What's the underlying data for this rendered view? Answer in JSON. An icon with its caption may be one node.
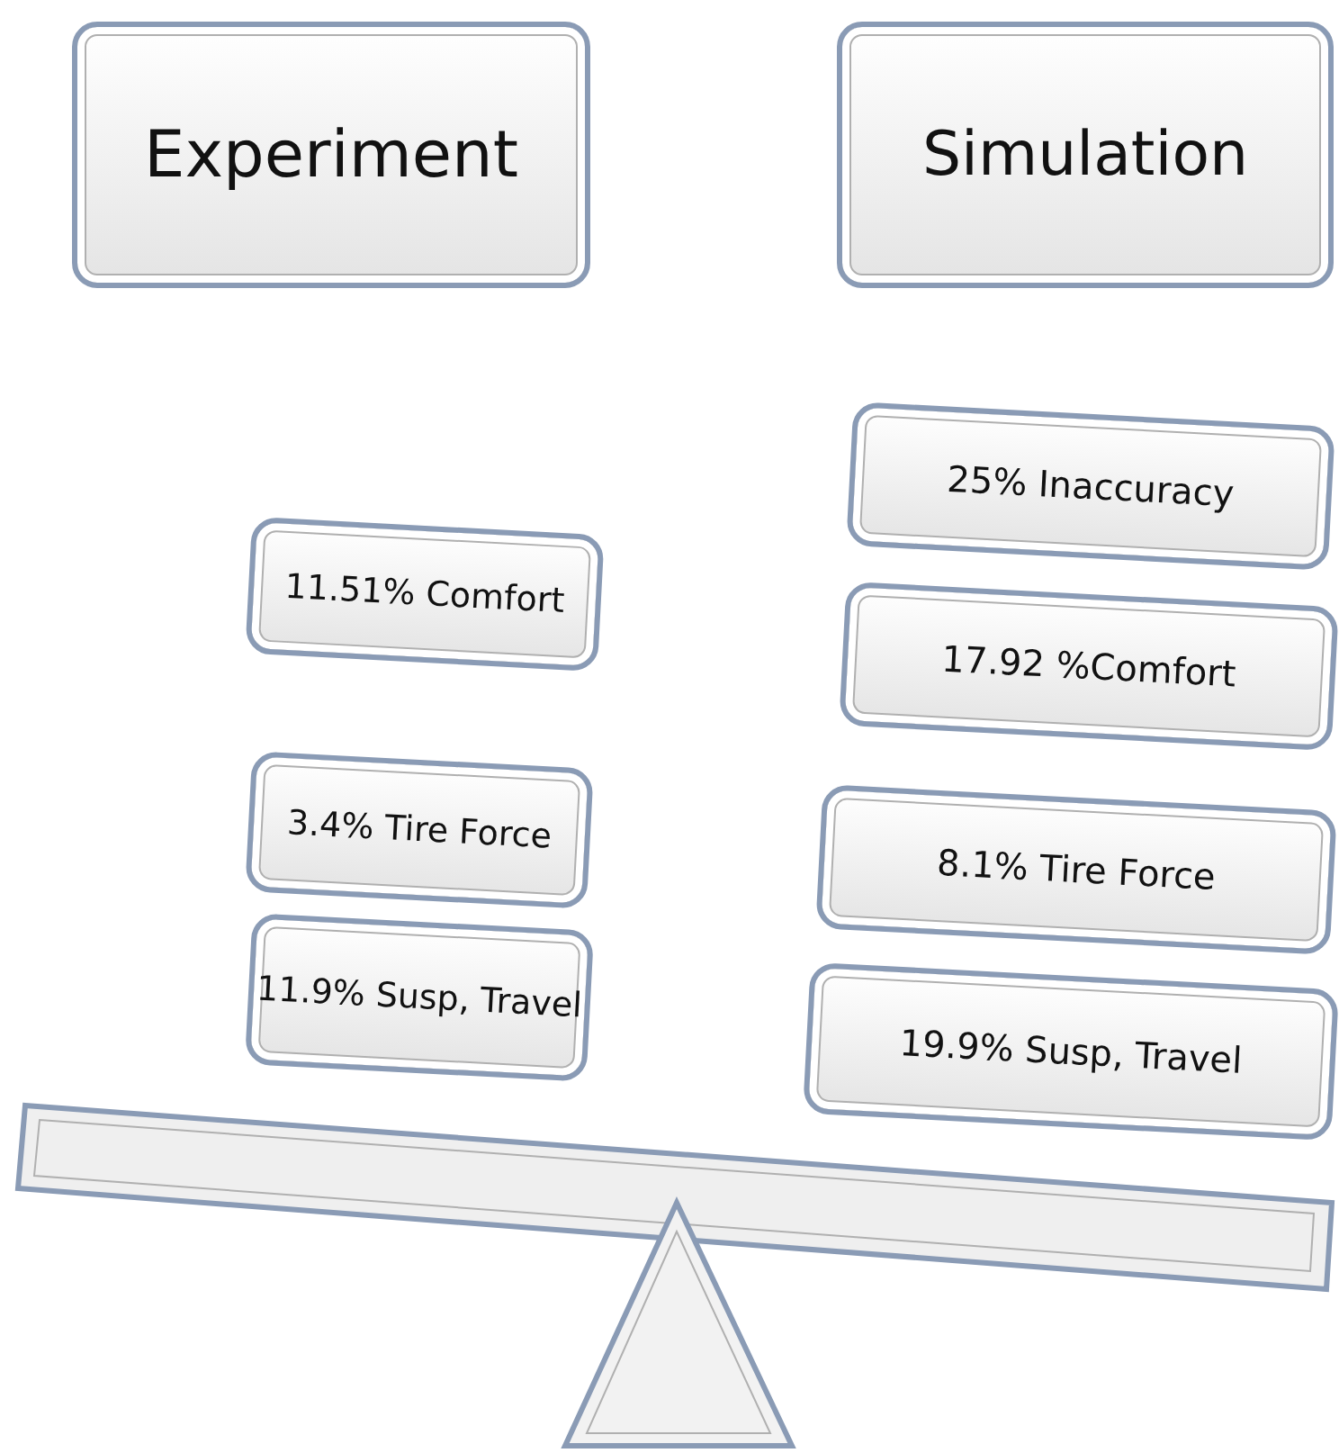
{
  "diagram": {
    "nodes": [
      {
        "text": [
          "Experiment"
        ]
      },
      {
        "text": [
          "Simulation"
        ]
      },
      {
        "text": [
          "11.51% Comfort"
        ]
      },
      {
        "text": [
          "3.4% Tire Force"
        ]
      },
      {
        "text": [
          "11.9% Susp, Travel"
        ]
      },
      {
        "text": [
          "25% Inaccuracy"
        ]
      },
      {
        "text": [
          "17.92 %Comfort"
        ]
      },
      {
        "text": [
          "8.1% Tire Force"
        ]
      },
      {
        "text": [
          "19.9% Susp, Travel"
        ]
      },
      {
        "text": [],
        "shape": "bar"
      },
      {
        "text": [],
        "shape": "triangle"
      }
    ],
    "edges": []
  }
}
